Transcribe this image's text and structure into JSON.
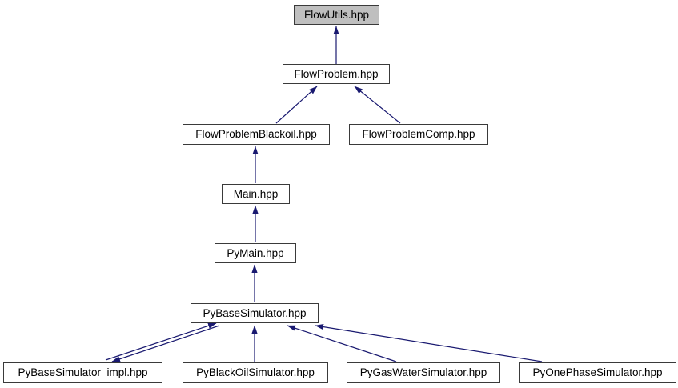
{
  "diagram": {
    "kind": "include-dependency-graph",
    "colors": {
      "edge": "#191970",
      "node_fill": "#ffffff",
      "node_border": "#3a3a3a",
      "highlight_fill": "#bfbfbf",
      "text": "#000000",
      "background": "#ffffff"
    },
    "nodes": [
      {
        "id": "flowutils",
        "label": "FlowUtils.hpp",
        "highlighted": true
      },
      {
        "id": "flowproblem",
        "label": "FlowProblem.hpp",
        "highlighted": false
      },
      {
        "id": "flowproblemblackoil",
        "label": "FlowProblemBlackoil.hpp",
        "highlighted": false
      },
      {
        "id": "flowproblemcomp",
        "label": "FlowProblemComp.hpp",
        "highlighted": false
      },
      {
        "id": "main",
        "label": "Main.hpp",
        "highlighted": false
      },
      {
        "id": "pymain",
        "label": "PyMain.hpp",
        "highlighted": false
      },
      {
        "id": "pybasesimulator",
        "label": "PyBaseSimulator.hpp",
        "highlighted": false
      },
      {
        "id": "pybasesimulator-impl",
        "label": "PyBaseSimulator_impl.hpp",
        "highlighted": false
      },
      {
        "id": "pyblackoilsimulator",
        "label": "PyBlackOilSimulator.hpp",
        "highlighted": false
      },
      {
        "id": "pygaswatersimulator",
        "label": "PyGasWaterSimulator.hpp",
        "highlighted": false
      },
      {
        "id": "pyonephasesimulator",
        "label": "PyOnePhaseSimulator.hpp",
        "highlighted": false
      }
    ],
    "edges": [
      {
        "from": "FlowProblem.hpp",
        "to": "FlowUtils.hpp"
      },
      {
        "from": "FlowProblemBlackoil.hpp",
        "to": "FlowProblem.hpp"
      },
      {
        "from": "FlowProblemComp.hpp",
        "to": "FlowProblem.hpp"
      },
      {
        "from": "Main.hpp",
        "to": "FlowProblemBlackoil.hpp"
      },
      {
        "from": "PyMain.hpp",
        "to": "Main.hpp"
      },
      {
        "from": "PyBaseSimulator.hpp",
        "to": "PyMain.hpp"
      },
      {
        "from": "PyBaseSimulator_impl.hpp",
        "to": "PyBaseSimulator.hpp"
      },
      {
        "from": "PyBaseSimulator.hpp",
        "to": "PyBaseSimulator_impl.hpp"
      },
      {
        "from": "PyBlackOilSimulator.hpp",
        "to": "PyBaseSimulator.hpp"
      },
      {
        "from": "PyGasWaterSimulator.hpp",
        "to": "PyBaseSimulator.hpp"
      },
      {
        "from": "PyOnePhaseSimulator.hpp",
        "to": "PyBaseSimulator.hpp"
      }
    ]
  }
}
